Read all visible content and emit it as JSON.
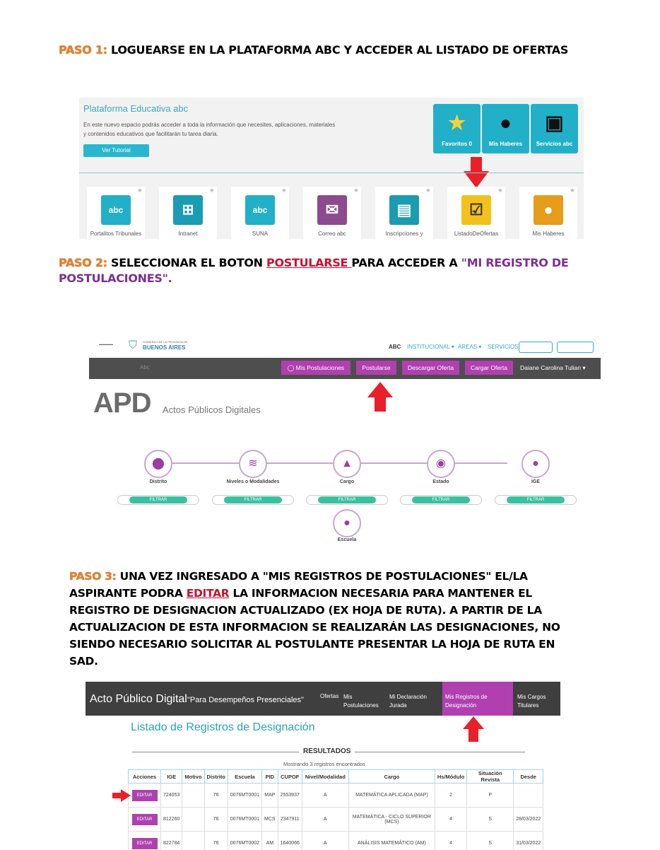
{
  "step1": {
    "label": "PASO 1:",
    "text": " LOGUEARSE EN LA PLATAFORMA ABC Y ACCEDER AL LISTADO DE OFERTAS"
  },
  "step2": {
    "label": "PASO 2:",
    "text1": " SELECCIONAR EL BOTON ",
    "highlight": "POSTULARSE ",
    "text2": "PARA ACCEDER A ",
    "quoted": "\"MI REGISTRO DE POSTULACIONES\"."
  },
  "step3": {
    "label": "PASO 3:",
    "text1": " UNA VEZ INGRESADO A \"MIS REGISTROS DE POSTULACIONES\" EL/LA ASPIRANTE PODRA ",
    "highlight": "EDITAR",
    "text2": " LA INFORMACION NECESARIA PARA MANTENER EL REGISTRO DE DESIGNACION ACTUALIZADO (EX HOJA DE RUTA). A PARTIR DE LA ACTUALIZACION DE ESTA INFORMACION SE REALIZARÁN LAS DESIGNACIONES, NO SIENDO NECESARIO SOLICITAR AL POSTULANTE PRESENTAR LA HOJA DE RUTA EN SAD."
  },
  "abc": {
    "title": "Plataforma Educativa abc",
    "description": "En este nuevo espacio podrás acceder a toda la información que necesites, aplicaciones, materiales y contenidos educativos que facilitarán tu tarea diaria.",
    "tutorial": "Ver Tutorial",
    "tiles": [
      {
        "label": "Favoritos 0",
        "icon": "star-icon"
      },
      {
        "label": "Mis Haberes",
        "icon": "piggy-bank-icon"
      },
      {
        "label": "Servicios abc",
        "icon": "browser-icon"
      }
    ],
    "apps": [
      {
        "label": "Portalitos Tribunales",
        "icon": "abc-doc-icon",
        "color": "#22b0c8",
        "glyph": "abc"
      },
      {
        "label": "Intranet",
        "icon": "network-icon",
        "color": "#1a9cb3",
        "glyph": "⊞"
      },
      {
        "label": "SUNA",
        "icon": "abc-doc-icon",
        "color": "#22b0c8",
        "glyph": "abc"
      },
      {
        "label": "Correo abc",
        "icon": "mail-icon",
        "color": "#8e4a8e",
        "glyph": "✉"
      },
      {
        "label": "Inscripciones y",
        "icon": "form-icon",
        "color": "#1a9cb3",
        "glyph": "▤"
      },
      {
        "label": "ListadoDeOfertas",
        "icon": "offers-list-icon",
        "color": "#f2c21b",
        "glyph": "☑"
      },
      {
        "label": "Mis Haberes",
        "icon": "piggy-bank-icon",
        "color": "#e69d1a",
        "glyph": "●"
      }
    ]
  },
  "apd": {
    "gov_line1": "GOBIERNO DE LA PROVINCIA DE",
    "gov_line2": "BUENOS AIRES",
    "nav": [
      "ABC",
      "INSTITUCIONAL ▾",
      "ÁREAS ▾",
      "SERVICIOS"
    ],
    "bar_left": "Abc",
    "buttons": [
      "◯ Mis Postulaciones",
      "Postularse",
      "Descargar Oferta",
      "Cargar Oferta"
    ],
    "user": "Daiane Carolina Tulian  ▾",
    "logo": "APD",
    "subtitle": "Actos Públicos Digitales",
    "filters": [
      {
        "label": "Distrito",
        "icon": "map-pin-icon",
        "glyph": "⬤"
      },
      {
        "label": "Niveles o Modalidades",
        "icon": "layers-icon",
        "glyph": "≋"
      },
      {
        "label": "Cargo",
        "icon": "graduation-cap-icon",
        "glyph": "▲"
      },
      {
        "label": "Estado",
        "icon": "eye-icon",
        "glyph": "◉"
      },
      {
        "label": "IGE",
        "icon": "user-icon",
        "glyph": "●"
      }
    ],
    "filter_btn": "FILTRAR",
    "escuela": {
      "label": "Escuela",
      "icon": "user-icon",
      "glyph": "●"
    }
  },
  "apd3": {
    "title": "Acto Público Digital",
    "subtitle": "\"Para Desempeños Presenciales\"",
    "nav": [
      "Ofertas",
      "Mis Postulaciones",
      "Mi Declaración Jurada",
      "Mis Registros de Designación",
      "Mis Cargos Titulares"
    ],
    "list_title": "Listado de Registros de Designación",
    "results": "RESULTADOS",
    "count": "Mostrando 3 registros encontrados",
    "columns": [
      "Acciones",
      "IGE",
      "Motivo",
      "Distrito",
      "Escuela",
      "PID",
      "CUPOF",
      "Nivel/Modalidad",
      "Cargo",
      "Hs/Módulo",
      "Situación Revista",
      "Desde"
    ],
    "edit": "EDITAR",
    "rows": [
      [
        "724053",
        "",
        "76",
        "0076MT0001",
        "MAP",
        "2553937",
        "A",
        "MATEMÁTICA APLICADA (MAP)",
        "2",
        "P",
        ""
      ],
      [
        "812260",
        "",
        "76",
        "0076MT0001",
        "MCS",
        "2347911",
        "A",
        "MATEMÁTICA - CICLO SUPERIOR (MCS)",
        "4",
        "S",
        "28/03/2022"
      ],
      [
        "822784",
        "",
        "76",
        "0076MT0002",
        "AM",
        "1640066",
        "A",
        "ANÁLISIS MATEMÁTICO (AM)",
        "4",
        "S",
        "31/03/2022"
      ]
    ]
  },
  "colors": {
    "accent": "#b040b0",
    "teal": "#22b0c8",
    "red": "#e8202a",
    "orange": "#e0822b"
  }
}
